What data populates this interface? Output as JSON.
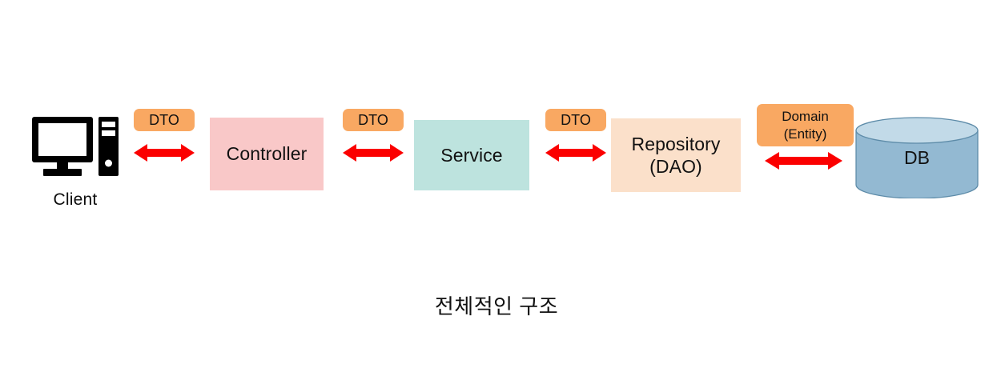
{
  "diagram": {
    "caption": "전체적인 구조",
    "background_color": "#ffffff",
    "client": {
      "icon": "desktop-computer-icon",
      "label": "Client",
      "icon_color": "#000000"
    },
    "boxes": [
      {
        "id": "controller",
        "label": "Controller",
        "line1": "Controller",
        "line2": "",
        "color": "#f9c8c8"
      },
      {
        "id": "service",
        "label": "Service",
        "line1": "Service",
        "line2": "",
        "color": "#bde3de"
      },
      {
        "id": "repository",
        "label": "Repository (DAO)",
        "line1": "Repository",
        "line2": "(DAO)",
        "color": "#fbe0ca"
      }
    ],
    "badges": [
      {
        "id": "dto-1",
        "line1": "DTO",
        "line2": "",
        "color": "#f9a862"
      },
      {
        "id": "dto-2",
        "line1": "DTO",
        "line2": "",
        "color": "#f9a862"
      },
      {
        "id": "dto-3",
        "line1": "DTO",
        "line2": "",
        "color": "#f9a862"
      },
      {
        "id": "domain",
        "line1": "Domain",
        "line2": "(Entity)",
        "color": "#f9a862"
      }
    ],
    "arrows": [
      {
        "id": "arrow-1",
        "kind": "double-headed-arrow",
        "color": "#fb0000"
      },
      {
        "id": "arrow-2",
        "kind": "double-headed-arrow",
        "color": "#fb0000"
      },
      {
        "id": "arrow-3",
        "kind": "double-headed-arrow",
        "color": "#fb0000"
      },
      {
        "id": "arrow-4",
        "kind": "double-headed-arrow",
        "color": "#fb0000"
      }
    ],
    "database": {
      "label": "DB",
      "shape": "cylinder",
      "body_color": "#93b9d2",
      "top_color": "#c2dae8",
      "stroke_color": "#5e8ca9"
    }
  }
}
